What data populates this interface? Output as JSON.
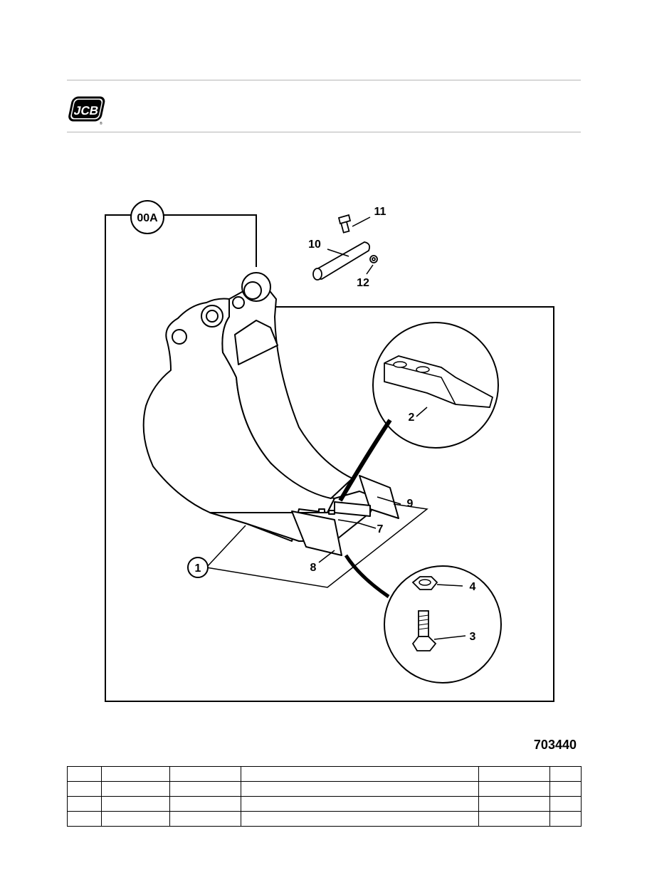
{
  "header": {
    "brand": "JCB"
  },
  "diagram": {
    "group_label": "00A",
    "callouts": {
      "c1": "1",
      "c2": "2",
      "c3": "3",
      "c4": "4",
      "c7": "7",
      "c8": "8",
      "c9": "9",
      "c10": "10",
      "c11": "11",
      "c12": "12"
    },
    "figure_number": "703440"
  },
  "parts_table": {
    "rows": [
      [
        "",
        "",
        "",
        "",
        "",
        ""
      ],
      [
        "",
        "",
        "",
        "",
        "",
        ""
      ],
      [
        "",
        "",
        "",
        "",
        "",
        ""
      ],
      [
        "",
        "",
        "",
        "",
        "",
        ""
      ]
    ]
  }
}
